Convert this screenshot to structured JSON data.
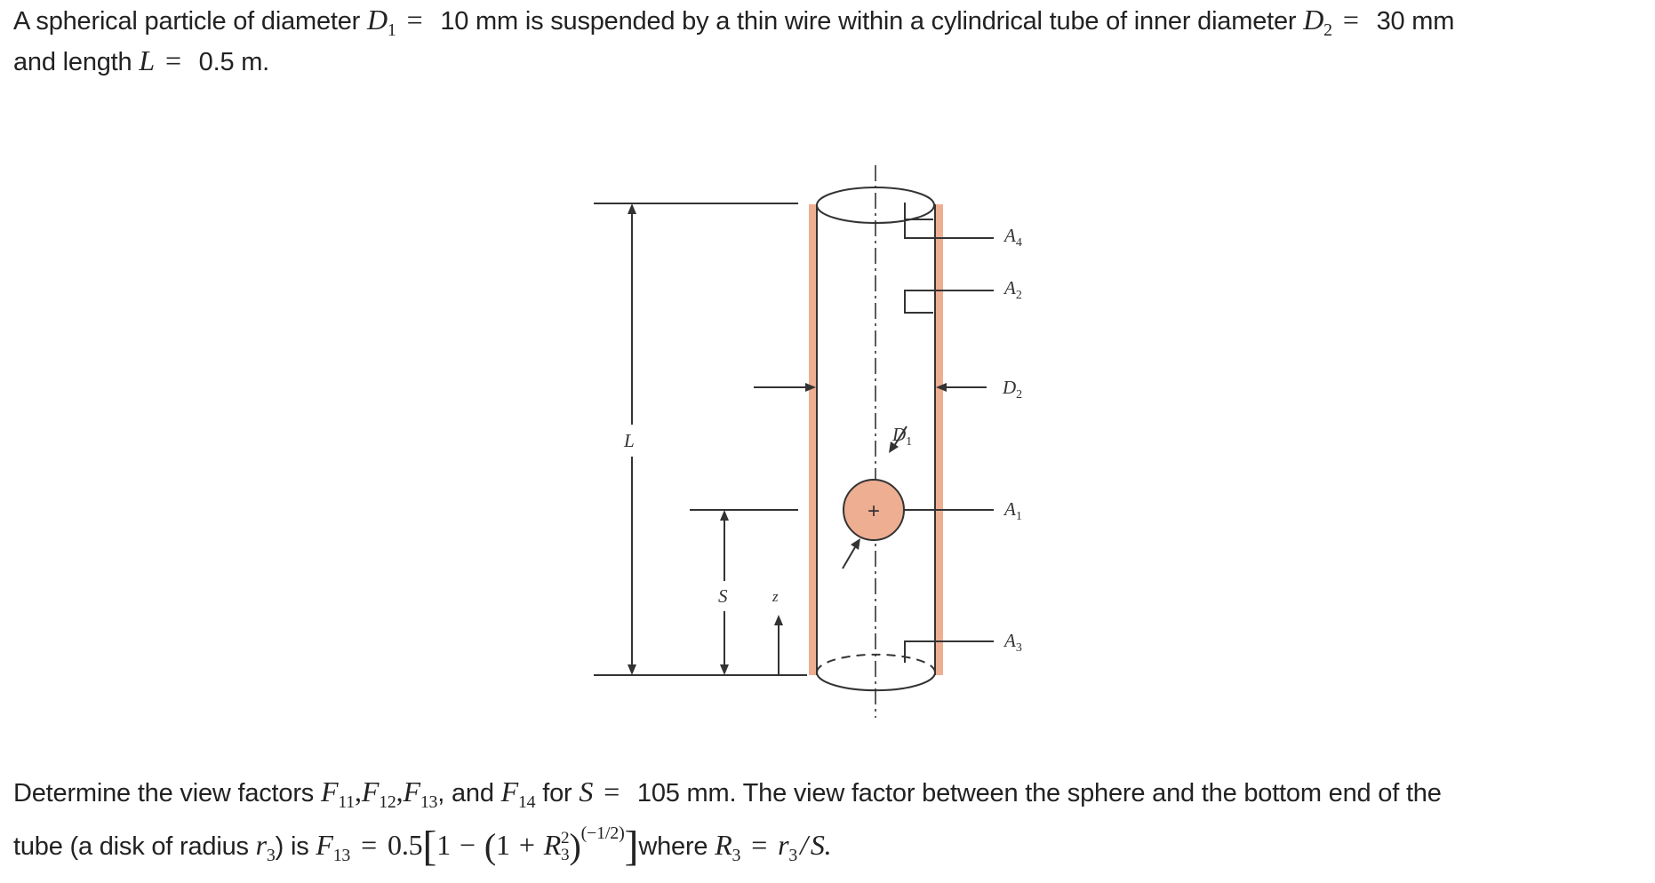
{
  "problem": {
    "intro": {
      "t1": "A spherical particle of diameter ",
      "D1_sym": "D",
      "D1_sub": "1",
      "eq1": "=",
      "t2": " 10 mm is suspended by a thin wire within a cylindrical tube of inner diameter ",
      "D2_sym": "D",
      "D2_sub": "2",
      "eq2": "=",
      "t3": " 30 mm",
      "t4": "and length ",
      "L_sym": "L",
      "eq3": "=",
      "t5": " 0.5 m."
    },
    "question": {
      "t1": "Determine the view factors ",
      "F11": "F",
      "F11_sub": "11",
      "c1": ",",
      "F12": "F",
      "F12_sub": "12",
      "c2": ",",
      "F13": "F",
      "F13_sub": "13",
      "t2": ", and ",
      "F14": "F",
      "F14_sub": "14",
      "t3": " for ",
      "S_sym": "S",
      "eq": "=",
      "t4": " 105 mm. The view factor between the sphere and the bottom end of the",
      "t5": "tube (a disk of radius ",
      "r3_sym": "r",
      "r3_sub": "3",
      "t6": ") is ",
      "F13b": "F",
      "F13b_sub": "13",
      "eq2": "=",
      "coef": "0.5",
      "lbr": "[",
      "one": "1",
      "minus": "−",
      "lpar": "(",
      "one2": "1",
      "plus": "+",
      "R": "R",
      "R_sup": "2",
      "R_sub": "3",
      "rpar": ")",
      "exp": "(−1/2)",
      "rbr": "]",
      "t7": "where ",
      "R3_sym": "R",
      "R3_sub": "3",
      "eq3": "=",
      "r3b": "r",
      "r3b_sub": "3",
      "slash": "/",
      "S2": "S",
      "dot": "."
    }
  },
  "figure": {
    "labels": {
      "A4": "A",
      "A4_sub": "4",
      "A2": "A",
      "A2_sub": "2",
      "D2": "D",
      "D2_sub": "2",
      "D1": "D",
      "D1_sub": "1",
      "A1": "A",
      "A1_sub": "1",
      "A3": "A",
      "A3_sub": "3",
      "L": "L",
      "S": "S",
      "z": "z",
      "plus": "+"
    },
    "colors": {
      "wall": "#eeae92",
      "sphere": "#eeae92",
      "line": "#333333"
    }
  }
}
